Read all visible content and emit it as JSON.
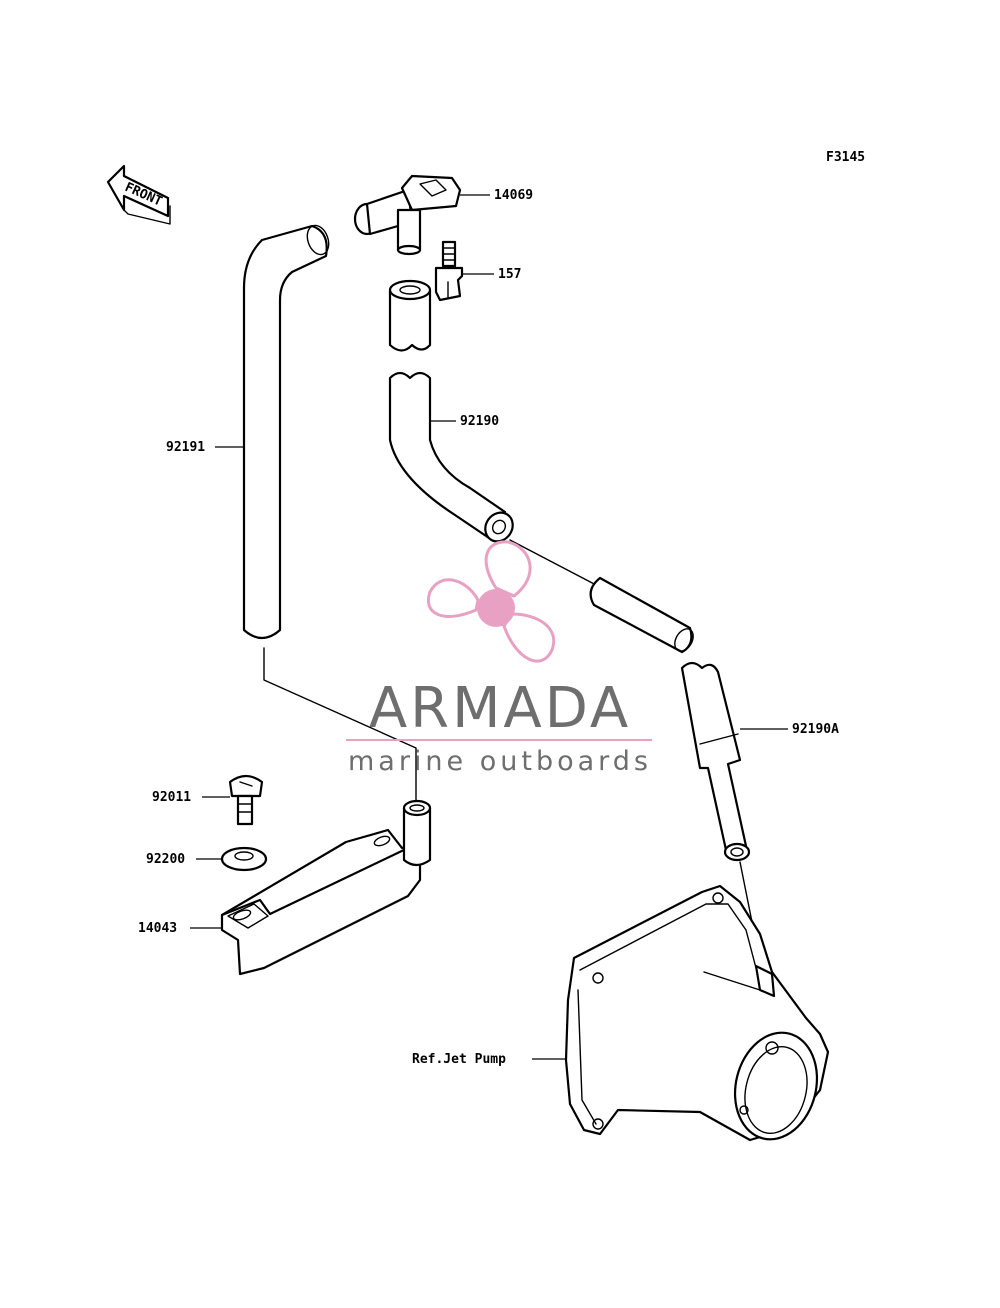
{
  "diagram_code": "F3145",
  "front_arrow_label": "FRONT",
  "parts": {
    "bypass_fitting": "14069",
    "bolt": "157",
    "hose_upper": "92190",
    "hose_long": "92191",
    "hose_lower": "92190A",
    "screw": "92011",
    "washer": "92200",
    "cooling_box": "14043",
    "jet_pump_ref": "Ref.Jet Pump"
  },
  "watermark": {
    "name": "ARMADA",
    "tagline": "marine outboards",
    "accent_color": "#e8a1c2",
    "text_color": "#6e6e6e"
  }
}
